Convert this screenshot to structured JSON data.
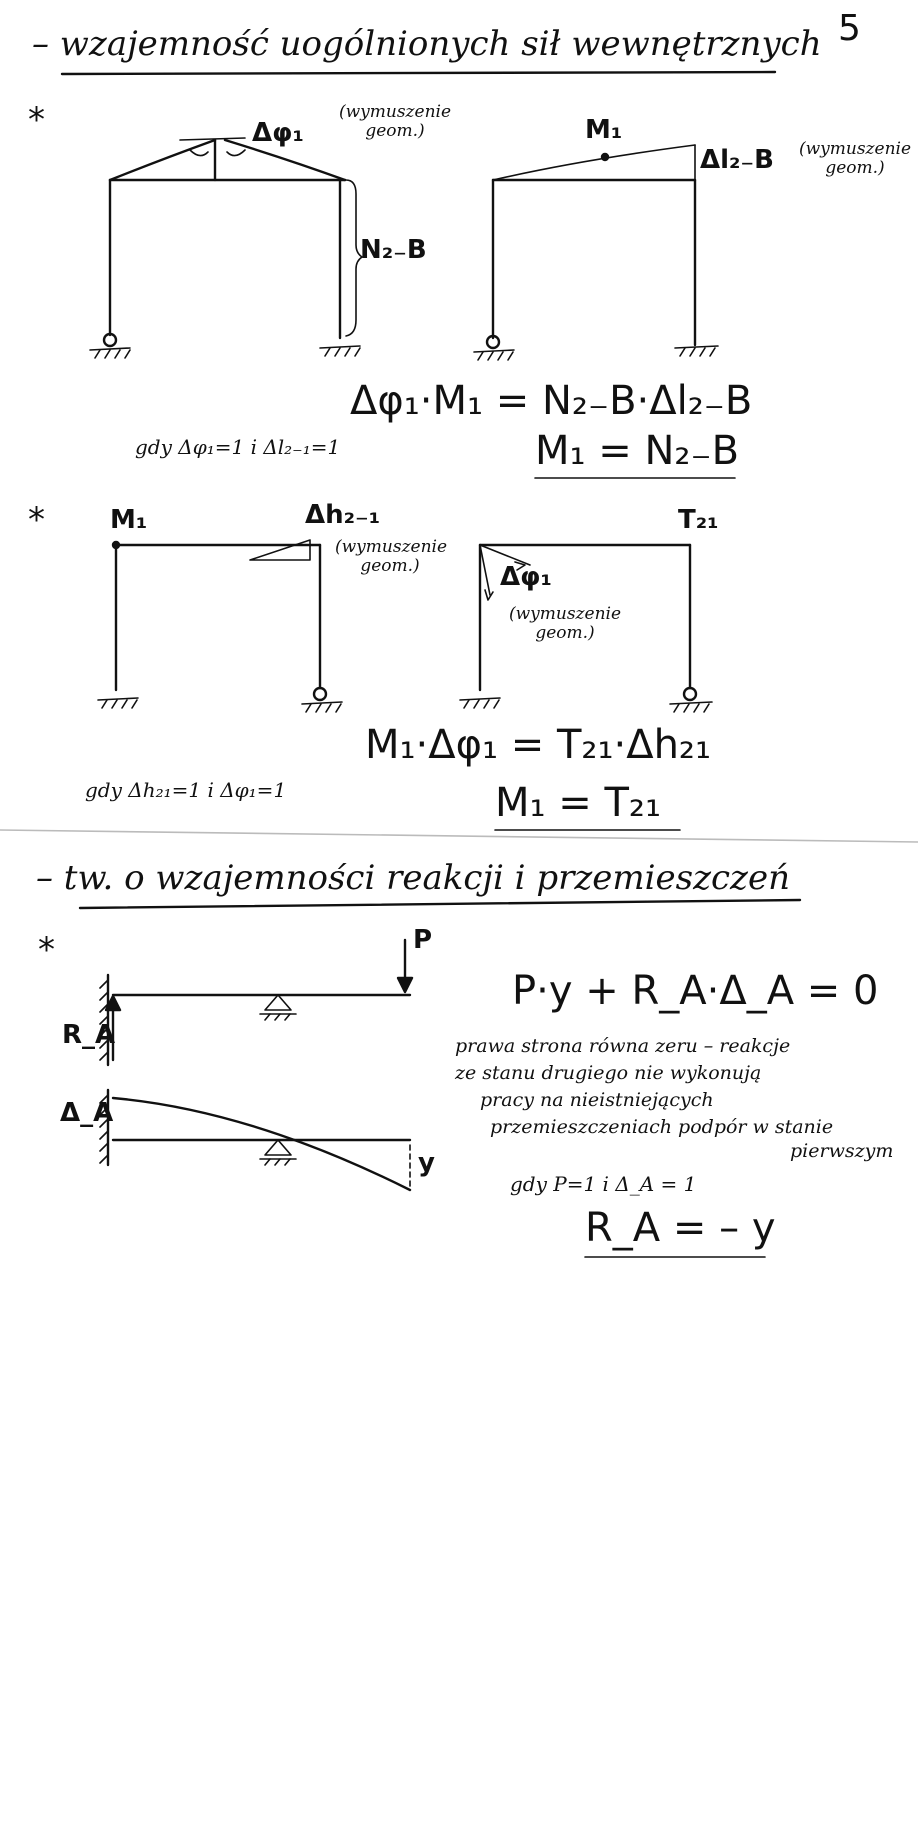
{
  "page_number": "5",
  "section1": {
    "title": "– wzajemność uogólnionych sił wewnętrznych",
    "star": "*",
    "diagram_a": {
      "delta_phi_label": "Δφ₁",
      "note": "(wymuszenie geom.)",
      "n_label": "N₂₋B"
    },
    "diagram_b": {
      "m_label": "M₁",
      "delta_l_label": "Δl₂₋B",
      "note": "(wymuszenie geom.)"
    },
    "equation": "Δφ₁·M₁ = N₂₋B·Δl₂₋B",
    "condition": "gdy Δφ₁=1  i  Δl₂₋₁=1",
    "result": "M₁ = N₂₋B"
  },
  "section2": {
    "star": "*",
    "diagram_c": {
      "m_label": "M₁",
      "delta_h_label": "Δh₂₋₁",
      "note": "(wymuszenie geom.)"
    },
    "diagram_d": {
      "t_label": "T₂₁",
      "delta_phi_label": "Δφ₁",
      "note": "(wymuszenie geom.)"
    },
    "equation": "M₁·Δφ₁ = T₂₁·Δh₂₁",
    "condition": "gdy Δh₂₁=1  i  Δφ₁=1",
    "result": "M₁ = T₂₁"
  },
  "section3": {
    "title": "– tw. o wzajemności reakcji i przemieszczeń",
    "star": "*",
    "p_label": "P",
    "ra_label": "R_A",
    "delta_a_label": "Δ_A",
    "y_label": "y",
    "equation": "P·y + R_A·Δ_A = 0",
    "explanation_lines": [
      "prawa strona równa zeru – reakcje",
      "ze stanu drugiego nie wykonują",
      "pracy na nieistniejących",
      "przemieszczeniach podpór w stanie",
      "pierwszym"
    ],
    "condition": "gdy P=1  i  Δ_A = 1",
    "result": "R_A = – y"
  }
}
